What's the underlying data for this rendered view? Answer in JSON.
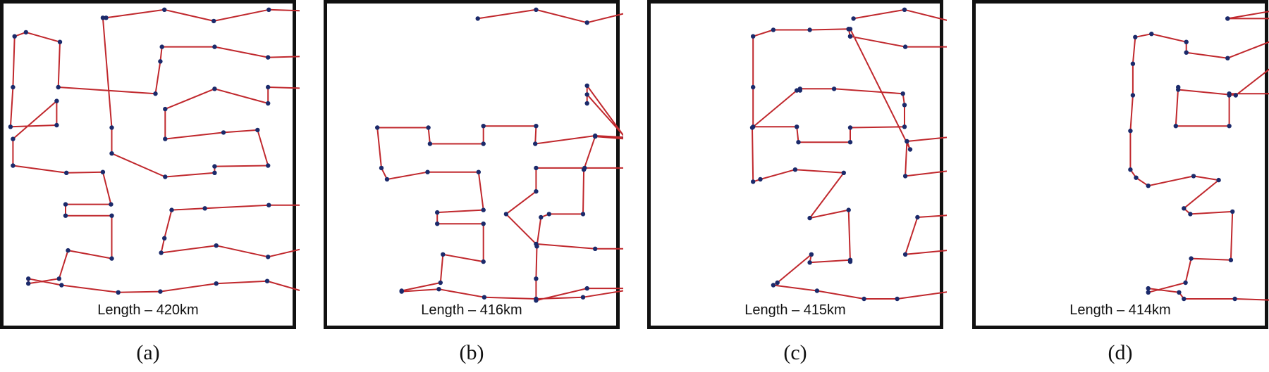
{
  "colors": {
    "route": "#c0282d",
    "city": "#1b2a6b",
    "frame": "#111111"
  },
  "panels": [
    {
      "caption": "(a)",
      "length_label": "Length – 420km",
      "route": [
        [
          131,
          22
        ],
        [
          203,
          12
        ],
        [
          264,
          26
        ],
        [
          332,
          12
        ],
        [
          395,
          14
        ],
        [
          405,
          69
        ],
        [
          331,
          71
        ],
        [
          265,
          58
        ],
        [
          200,
          58
        ],
        [
          198,
          76
        ],
        [
          192,
          116
        ],
        [
          72,
          108
        ],
        [
          74,
          52
        ],
        [
          32,
          40
        ],
        [
          18,
          45
        ],
        [
          16,
          108
        ],
        [
          13,
          157
        ],
        [
          70,
          155
        ],
        [
          70,
          125
        ],
        [
          16,
          172
        ],
        [
          16,
          205
        ],
        [
          82,
          214
        ],
        [
          127,
          213
        ],
        [
          137,
          253
        ],
        [
          81,
          253
        ],
        [
          81,
          267
        ],
        [
          138,
          267
        ],
        [
          138,
          320
        ],
        [
          84,
          310
        ],
        [
          73,
          345
        ],
        [
          35,
          351
        ],
        [
          35,
          345
        ],
        [
          76,
          353
        ],
        [
          146,
          362
        ],
        [
          198,
          361
        ],
        [
          267,
          351
        ],
        [
          330,
          348
        ],
        [
          396,
          367
        ],
        [
          395,
          303
        ],
        [
          331,
          318
        ],
        [
          267,
          304
        ],
        [
          199,
          313
        ],
        [
          203,
          295
        ],
        [
          212,
          260
        ],
        [
          253,
          258
        ],
        [
          332,
          254
        ],
        [
          393,
          254
        ],
        [
          393,
          219
        ],
        [
          396,
          170
        ],
        [
          402,
          110
        ],
        [
          396,
          110
        ],
        [
          331,
          108
        ],
        [
          331,
          128
        ],
        [
          265,
          110
        ],
        [
          204,
          135
        ],
        [
          204,
          172
        ],
        [
          276,
          164
        ],
        [
          318,
          161
        ],
        [
          331,
          205
        ],
        [
          265,
          206
        ],
        [
          265,
          214
        ],
        [
          204,
          219
        ],
        [
          138,
          190
        ],
        [
          138,
          158
        ],
        [
          127,
          22
        ]
      ]
    },
    {
      "caption": "(b)",
      "length_label": "Length – 416km",
      "route": [
        [
          590,
          23
        ],
        [
          662,
          12
        ],
        [
          725,
          28
        ],
        [
          790,
          12
        ],
        [
          854,
          14
        ],
        [
          864,
          70
        ],
        [
          852,
          112
        ],
        [
          852,
          168
        ],
        [
          860,
          173
        ],
        [
          852,
          213
        ],
        [
          855,
          275
        ],
        [
          790,
          277
        ],
        [
          790,
          220
        ],
        [
          790,
          208
        ],
        [
          722,
          208
        ],
        [
          662,
          208
        ],
        [
          662,
          237
        ],
        [
          625,
          265
        ],
        [
          662,
          302
        ],
        [
          735,
          308
        ],
        [
          855,
          308
        ],
        [
          855,
          372
        ],
        [
          790,
          357
        ],
        [
          725,
          357
        ],
        [
          662,
          372
        ],
        [
          662,
          345
        ],
        [
          663,
          305
        ],
        [
          668,
          269
        ],
        [
          678,
          265
        ],
        [
          720,
          265
        ],
        [
          721,
          210
        ],
        [
          735,
          169
        ],
        [
          773,
          172
        ],
        [
          725,
          106
        ],
        [
          725,
          128
        ],
        [
          725,
          117
        ],
        [
          772,
          170
        ],
        [
          735,
          168
        ],
        [
          661,
          178
        ],
        [
          662,
          156
        ],
        [
          597,
          156
        ],
        [
          597,
          178
        ],
        [
          531,
          178
        ],
        [
          529,
          158
        ],
        [
          466,
          158
        ],
        [
          471,
          208
        ],
        [
          478,
          222
        ],
        [
          528,
          213
        ],
        [
          591,
          213
        ],
        [
          597,
          260
        ],
        [
          540,
          263
        ],
        [
          540,
          277
        ],
        [
          597,
          277
        ],
        [
          597,
          324
        ],
        [
          547,
          315
        ],
        [
          544,
          350
        ],
        [
          496,
          360
        ],
        [
          496,
          361
        ],
        [
          542,
          358
        ],
        [
          598,
          368
        ],
        [
          662,
          370
        ],
        [
          720,
          368
        ],
        [
          788,
          357
        ],
        [
          854,
          375
        ]
      ]
    },
    {
      "caption": "(c)",
      "length_label": "Length – 415km",
      "route": [
        [
          1054,
          23
        ],
        [
          1117,
          12
        ],
        [
          1181,
          28
        ],
        [
          1244,
          12
        ],
        [
          1309,
          14
        ],
        [
          1310,
          68
        ],
        [
          1309,
          110
        ],
        [
          1308,
          110
        ],
        [
          1252,
          110
        ],
        [
          1244,
          110
        ],
        [
          1244,
          130
        ],
        [
          1181,
          108
        ],
        [
          1181,
          58
        ],
        [
          1118,
          58
        ],
        [
          1050,
          45
        ],
        [
          1048,
          36
        ],
        [
          1050,
          45
        ],
        [
          1048,
          36
        ],
        [
          1000,
          37
        ],
        [
          955,
          37
        ],
        [
          930,
          45
        ],
        [
          930,
          108
        ],
        [
          930,
          157
        ],
        [
          984,
          157
        ],
        [
          986,
          176
        ],
        [
          1050,
          176
        ],
        [
          1050,
          158
        ],
        [
          1117,
          157
        ],
        [
          1117,
          130
        ],
        [
          1115,
          116
        ],
        [
          1030,
          110
        ],
        [
          988,
          110
        ],
        [
          988,
          112
        ],
        [
          984,
          112
        ],
        [
          929,
          158
        ],
        [
          930,
          225
        ],
        [
          939,
          222
        ],
        [
          982,
          210
        ],
        [
          1042,
          214
        ],
        [
          1000,
          270
        ],
        [
          1048,
          260
        ],
        [
          1050,
          324
        ],
        [
          1050,
          322
        ],
        [
          1050,
          322
        ],
        [
          1000,
          325
        ],
        [
          1002,
          315
        ],
        [
          960,
          350
        ],
        [
          955,
          353
        ],
        [
          1009,
          360
        ],
        [
          1067,
          370
        ],
        [
          1108,
          370
        ],
        [
          1180,
          360
        ],
        [
          1247,
          357
        ],
        [
          1309,
          382
        ],
        [
          1309,
          322
        ],
        [
          1245,
          330
        ],
        [
          1180,
          309
        ],
        [
          1118,
          315
        ],
        [
          1133,
          269
        ],
        [
          1179,
          266
        ],
        [
          1250,
          265
        ],
        [
          1246,
          280
        ],
        [
          1310,
          280
        ],
        [
          1313,
          211
        ],
        [
          1245,
          210
        ],
        [
          1245,
          225
        ],
        [
          1185,
          210
        ],
        [
          1118,
          218
        ],
        [
          1120,
          175
        ],
        [
          1190,
          168
        ],
        [
          1253,
          170
        ],
        [
          1313,
          174
        ],
        [
          1255,
          170
        ],
        [
          1190,
          168
        ],
        [
          1120,
          175
        ],
        [
          1124,
          185
        ],
        [
          1050,
          36
        ]
      ]
    },
    {
      "caption": "(d)",
      "length_label": "Length – 414km",
      "route": [
        [
          1516,
          23
        ],
        [
          1580,
          12
        ],
        [
          1642,
          28
        ],
        [
          1706,
          12
        ],
        [
          1770,
          14
        ],
        [
          1772,
          69
        ],
        [
          1707,
          71
        ],
        [
          1706,
          58
        ],
        [
          1642,
          58
        ],
        [
          1580,
          58
        ],
        [
          1580,
          76
        ],
        [
          1526,
          118
        ],
        [
          1455,
          111
        ],
        [
          1455,
          108
        ],
        [
          1452,
          156
        ],
        [
          1518,
          156
        ],
        [
          1518,
          118
        ],
        [
          1518,
          116
        ],
        [
          1580,
          116
        ],
        [
          1580,
          170
        ],
        [
          1581,
          178
        ],
        [
          1648,
          165
        ],
        [
          1696,
          167
        ],
        [
          1642,
          111
        ],
        [
          1642,
          130
        ],
        [
          1707,
          110
        ],
        [
          1770,
          111
        ],
        [
          1771,
          175
        ],
        [
          1770,
          279
        ],
        [
          1705,
          279
        ],
        [
          1705,
          222
        ],
        [
          1643,
          212
        ],
        [
          1579,
          212
        ],
        [
          1585,
          214
        ],
        [
          1640,
          220
        ],
        [
          1636,
          270
        ],
        [
          1590,
          276
        ],
        [
          1578,
          325
        ],
        [
          1580,
          317
        ],
        [
          1642,
          310
        ],
        [
          1705,
          323
        ],
        [
          1770,
          310
        ],
        [
          1770,
          380
        ],
        [
          1707,
          357
        ],
        [
          1642,
          358
        ],
        [
          1642,
          370
        ],
        [
          1584,
          372
        ],
        [
          1525,
          370
        ],
        [
          1462,
          370
        ],
        [
          1456,
          362
        ],
        [
          1418,
          357
        ],
        [
          1418,
          362
        ],
        [
          1464,
          350
        ],
        [
          1471,
          320
        ],
        [
          1520,
          322
        ],
        [
          1522,
          262
        ],
        [
          1470,
          265
        ],
        [
          1462,
          258
        ],
        [
          1505,
          223
        ],
        [
          1474,
          218
        ],
        [
          1418,
          230
        ],
        [
          1403,
          220
        ],
        [
          1396,
          210
        ],
        [
          1396,
          162
        ],
        [
          1399,
          118
        ],
        [
          1399,
          79
        ],
        [
          1402,
          46
        ],
        [
          1422,
          42
        ],
        [
          1465,
          52
        ],
        [
          1465,
          65
        ],
        [
          1516,
          72
        ],
        [
          1580,
          47
        ],
        [
          1580,
          23
        ],
        [
          1516,
          23
        ]
      ]
    }
  ]
}
